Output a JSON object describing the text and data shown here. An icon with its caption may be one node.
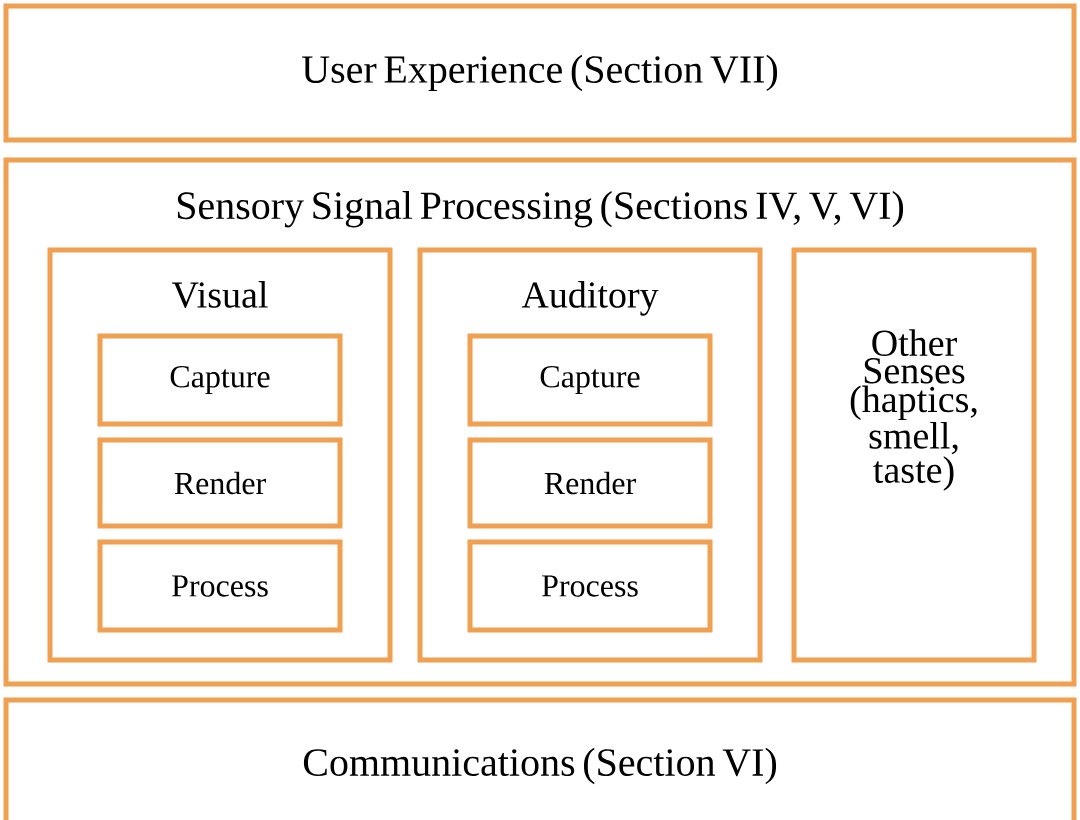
{
  "diagram": {
    "nodes": [
      {
        "text": [
          "User Experience (Section VII)"
        ]
      },
      {
        "text": [
          "Sensory Signal Processing (Sections IV, V, VI)"
        ]
      },
      {
        "text": [
          "Visual"
        ],
        "in": 1
      },
      {
        "text": [
          "Capture"
        ],
        "in": 2
      },
      {
        "text": [
          "Render"
        ],
        "in": 2
      },
      {
        "text": [
          "Process"
        ],
        "in": 2
      },
      {
        "text": [
          "Auditory"
        ],
        "in": 1
      },
      {
        "text": [
          "Capture"
        ],
        "in": 6
      },
      {
        "text": [
          "Render"
        ],
        "in": 6
      },
      {
        "text": [
          "Process"
        ],
        "in": 6
      },
      {
        "text": [
          "Other Senses (haptics, smell, taste)"
        ],
        "in": 1
      },
      {
        "text": [
          "Communications (Section VI)"
        ]
      }
    ],
    "edges": []
  }
}
